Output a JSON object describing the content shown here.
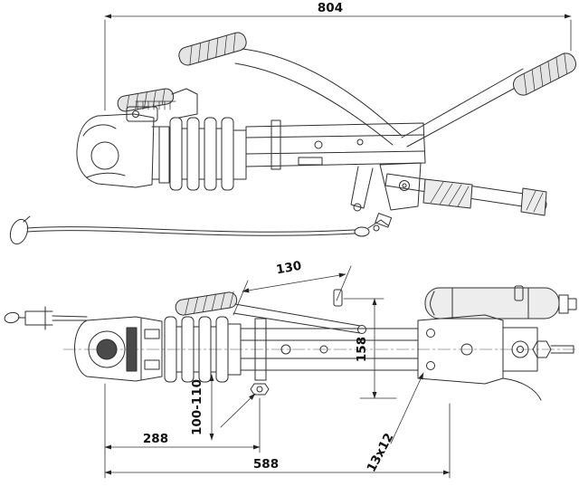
{
  "drawing": {
    "type": "technical-drawing",
    "subject": "trailer-overrun-brake-coupling",
    "views": [
      "side-view",
      "plan-view"
    ],
    "line_color": "#2f2f2f",
    "background_color": "#ffffff",
    "dimensions": {
      "overall_length": "804",
      "handle_offset": "130",
      "bracket_height": "158",
      "coupling_height_range": "100-110",
      "hole_distance": "288",
      "mount_length": "588",
      "slot_size": "13x12"
    }
  }
}
